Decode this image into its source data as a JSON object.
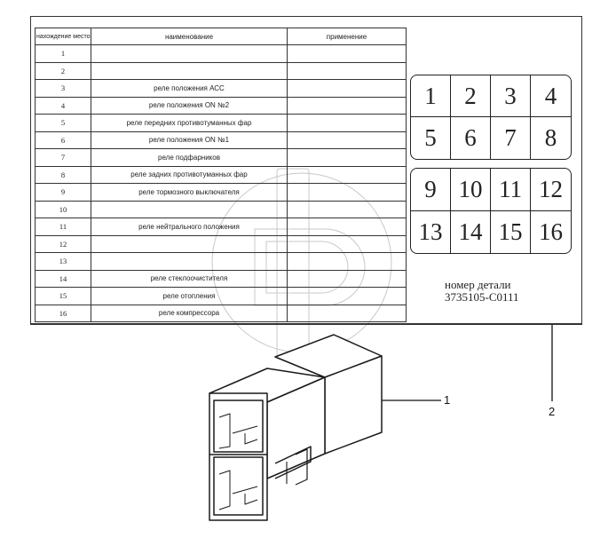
{
  "table": {
    "headers": [
      "нахождение место",
      "наименование",
      "применение"
    ],
    "rows": [
      {
        "place": "1",
        "name": "",
        "use": ""
      },
      {
        "place": "2",
        "name": "",
        "use": ""
      },
      {
        "place": "3",
        "name": "реле положения АСС",
        "use": ""
      },
      {
        "place": "4",
        "name": "реле положения ON №2",
        "use": ""
      },
      {
        "place": "5",
        "name": "реле передних противотуманных фар",
        "use": ""
      },
      {
        "place": "6",
        "name": "реле положения ON №1",
        "use": ""
      },
      {
        "place": "7",
        "name": "реле подфарников",
        "use": ""
      },
      {
        "place": "8",
        "name": "реле задних противотуманных фар",
        "use": ""
      },
      {
        "place": "9",
        "name": "реле тормозного выключателя",
        "use": ""
      },
      {
        "place": "10",
        "name": "",
        "use": ""
      },
      {
        "place": "11",
        "name": "реле нейтрального положения",
        "use": ""
      },
      {
        "place": "12",
        "name": "",
        "use": ""
      },
      {
        "place": "13",
        "name": "",
        "use": ""
      },
      {
        "place": "14",
        "name": "реле стеклоочистителя",
        "use": ""
      },
      {
        "place": "15",
        "name": "реле отопления",
        "use": ""
      },
      {
        "place": "16",
        "name": "реле компрессора",
        "use": ""
      }
    ]
  },
  "grid_top": [
    "1",
    "2",
    "3",
    "4",
    "5",
    "6",
    "7",
    "8"
  ],
  "grid_bottom": [
    "9",
    "10",
    "11",
    "12",
    "13",
    "14",
    "15",
    "16"
  ],
  "part": {
    "label": "номер детали",
    "number": "3735105-C0111"
  },
  "callouts": {
    "one": "1",
    "two": "2"
  }
}
